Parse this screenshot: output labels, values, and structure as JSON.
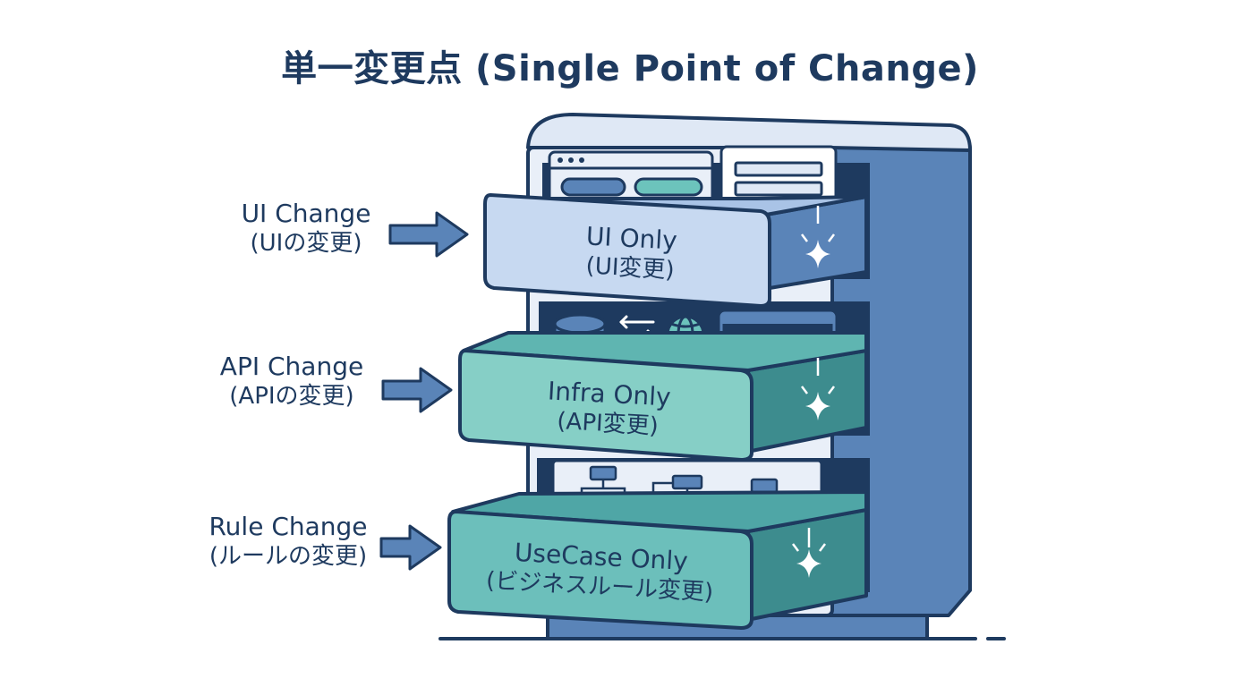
{
  "title": "単一変更点 (Single Point of Change)",
  "left_labels": [
    {
      "line1": "UI Change",
      "line2": "(UIの変更)"
    },
    {
      "line1": "API Change",
      "line2": "(APIの変更)"
    },
    {
      "line1": "Rule Change",
      "line2": "(ルールの変更)"
    }
  ],
  "drawers": [
    {
      "line1": "UI Only",
      "line2": "(UI変更)"
    },
    {
      "line1": "Infra Only",
      "line2": "(API変更)"
    },
    {
      "line1": "UseCase Only",
      "line2": "(ビジネスルール変更)"
    }
  ],
  "colors": {
    "ink": "#1e3a5f",
    "cabinet_side": "#5a84b8",
    "cabinet_front": "#e9eff8",
    "drawer_ui": "#c7d9f1",
    "drawer_infra": "#86cfc6",
    "drawer_usecase": "#6cbfbb",
    "arrow": "#5a84b8"
  }
}
